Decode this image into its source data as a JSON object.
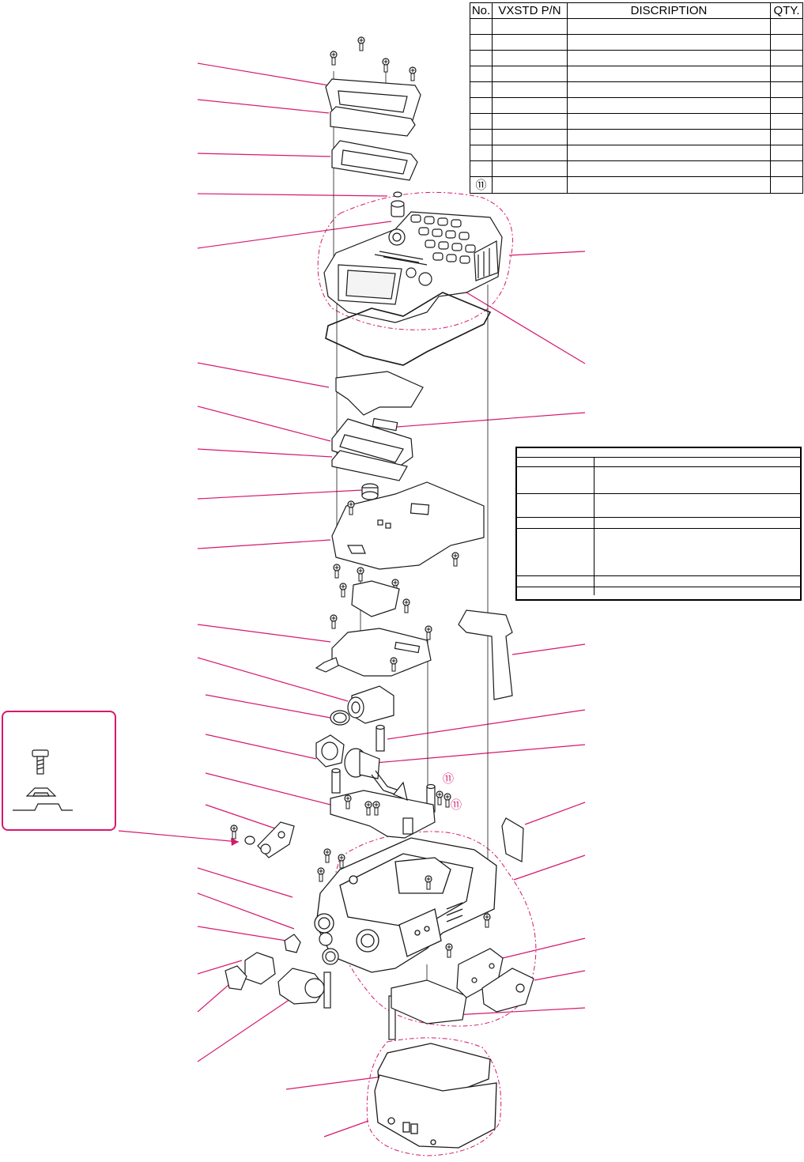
{
  "parts_table": {
    "headers": {
      "no": "No.",
      "pn": "VXSTD P/N",
      "desc": "DISCRIPTION",
      "qty": "QTY."
    },
    "rows": [
      {
        "no": ""
      },
      {
        "no": ""
      },
      {
        "no": ""
      },
      {
        "no": ""
      },
      {
        "no": ""
      },
      {
        "no": ""
      },
      {
        "no": ""
      },
      {
        "no": ""
      },
      {
        "no": ""
      },
      {
        "no": ""
      },
      {
        "no": "⑪"
      }
    ]
  },
  "callouts": {
    "eleven_a": "⑪",
    "eleven_b": "⑪"
  },
  "colors": {
    "leader": "#d6186e",
    "line": "#1a1a1a",
    "dashed": "#d6186e"
  }
}
